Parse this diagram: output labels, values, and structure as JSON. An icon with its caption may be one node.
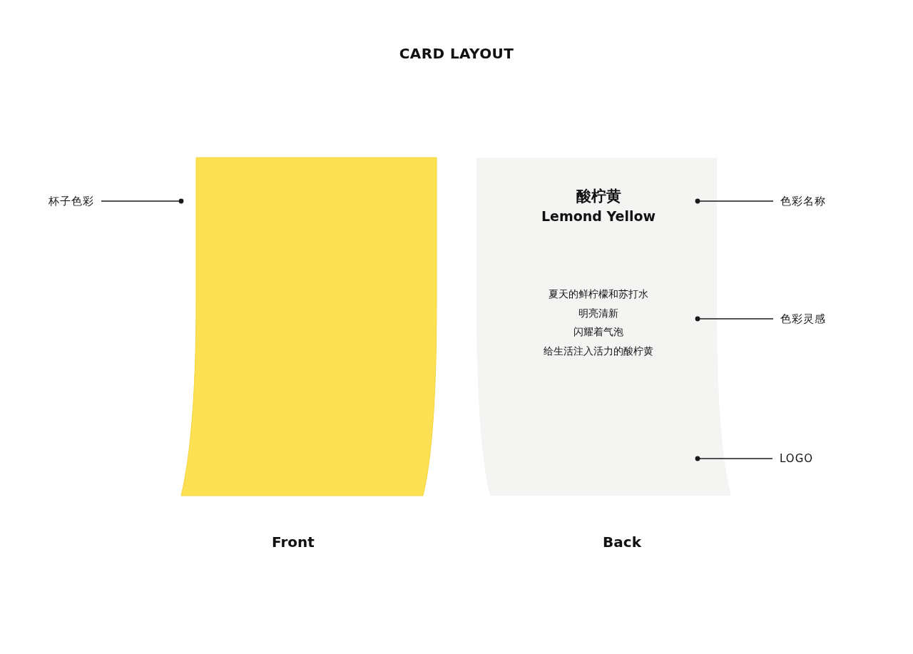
{
  "diagram": {
    "title": "CARD LAYOUT",
    "nodes": [
      {
        "text": [
          "杯子色彩"
        ]
      },
      {
        "text": [],
        "shape": "box",
        "beside": [
          "Front"
        ]
      },
      {
        "text": [],
        "shape": "box",
        "beside": [
          "Back"
        ]
      },
      {
        "text": [
          "酸柠黄",
          "Lemond Yellow"
        ],
        "in": 2
      },
      {
        "text": [
          "色彩名称"
        ]
      },
      {
        "text": [
          "夏天的鲜柠檬和苏打水",
          "明亮清新",
          "闪耀着气泡",
          "给生活注入活力的酸柠黄"
        ],
        "in": 2
      },
      {
        "text": [
          "色彩灵感"
        ]
      },
      {
        "text": [
          "LOGO"
        ]
      }
    ],
    "edges": [
      {
        "from": 0,
        "to": 1,
        "arrow": "other"
      },
      {
        "from": 4,
        "to": 3,
        "arrow": "other"
      },
      {
        "from": 6,
        "to": 5,
        "arrow": "other"
      },
      {
        "from": 7,
        "to": null,
        "arrow": "other"
      }
    ]
  }
}
